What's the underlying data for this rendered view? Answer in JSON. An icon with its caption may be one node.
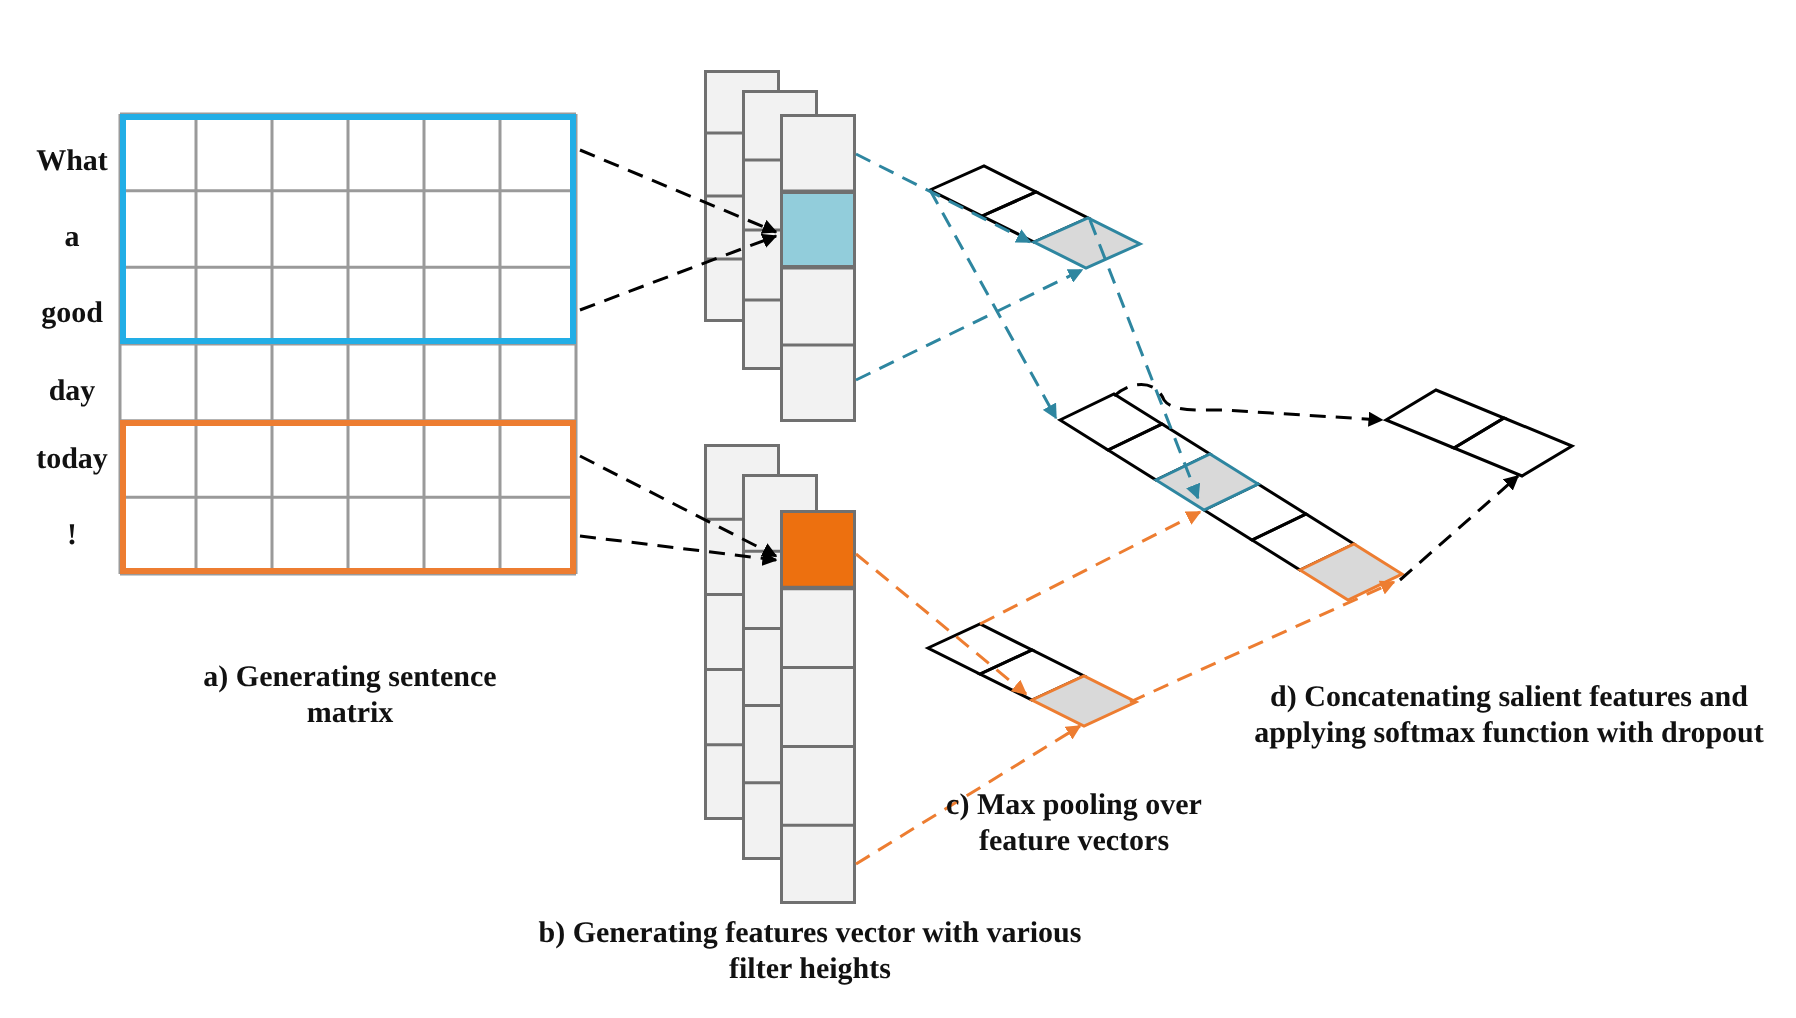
{
  "diagram": {
    "nodes": [
      {
        "text": [],
        "shape": "box"
      },
      {
        "text": [],
        "shape": "box",
        "in": 0
      },
      {
        "text": [],
        "shape": "box",
        "in": 0
      },
      {
        "text": [],
        "shape": "box"
      },
      {
        "text": [],
        "shape": "box"
      },
      {
        "text": [],
        "shape": "diamond"
      },
      {
        "text": [],
        "shape": "diamond"
      },
      {
        "text": [],
        "shape": "diamond"
      },
      {
        "text": [],
        "shape": "diamond"
      }
    ],
    "edges": [
      {
        "from": 1,
        "to": 3,
        "arrow": "to",
        "style": "dashed"
      },
      {
        "from": 1,
        "to": 3,
        "arrow": "to",
        "style": "dashed"
      },
      {
        "from": 2,
        "to": 4,
        "arrow": "to",
        "style": "dashed"
      },
      {
        "from": 2,
        "to": 4,
        "arrow": "to",
        "style": "dashed"
      },
      {
        "from": 3,
        "to": 5,
        "arrow": "to",
        "style": "dashed",
        "color": "#2e86a0"
      },
      {
        "from": 3,
        "to": 5,
        "arrow": "to",
        "style": "dashed",
        "color": "#2e86a0"
      },
      {
        "from": 5,
        "to": 7,
        "arrow": "to",
        "style": "dashed",
        "color": "#2e86a0"
      },
      {
        "from": 5,
        "to": 7,
        "arrow": "to",
        "style": "dashed",
        "color": "#2e86a0"
      },
      {
        "from": 4,
        "to": 6,
        "arrow": "to",
        "style": "dashed",
        "color": "#ed7d31"
      },
      {
        "from": 4,
        "to": 6,
        "arrow": "to",
        "style": "dashed",
        "color": "#ed7d31"
      },
      {
        "from": 6,
        "to": 7,
        "arrow": "to",
        "style": "dashed",
        "color": "#ed7d31"
      },
      {
        "from": 6,
        "to": 7,
        "arrow": "to",
        "style": "dashed",
        "color": "#ed7d31"
      },
      {
        "from": 7,
        "to": 8,
        "arrow": "to",
        "style": "dashed"
      },
      {
        "from": 7,
        "to": 8,
        "arrow": "to",
        "style": "dashed"
      }
    ],
    "labels": [
      "What",
      "a",
      "good",
      "day",
      "today",
      "!",
      "a) Generating sentence matrix",
      "d) Concatenating salient features and applying softmax function with dropout",
      "c) Max pooling over feature vectors",
      "b) Generating features vector with various filter heights"
    ]
  }
}
